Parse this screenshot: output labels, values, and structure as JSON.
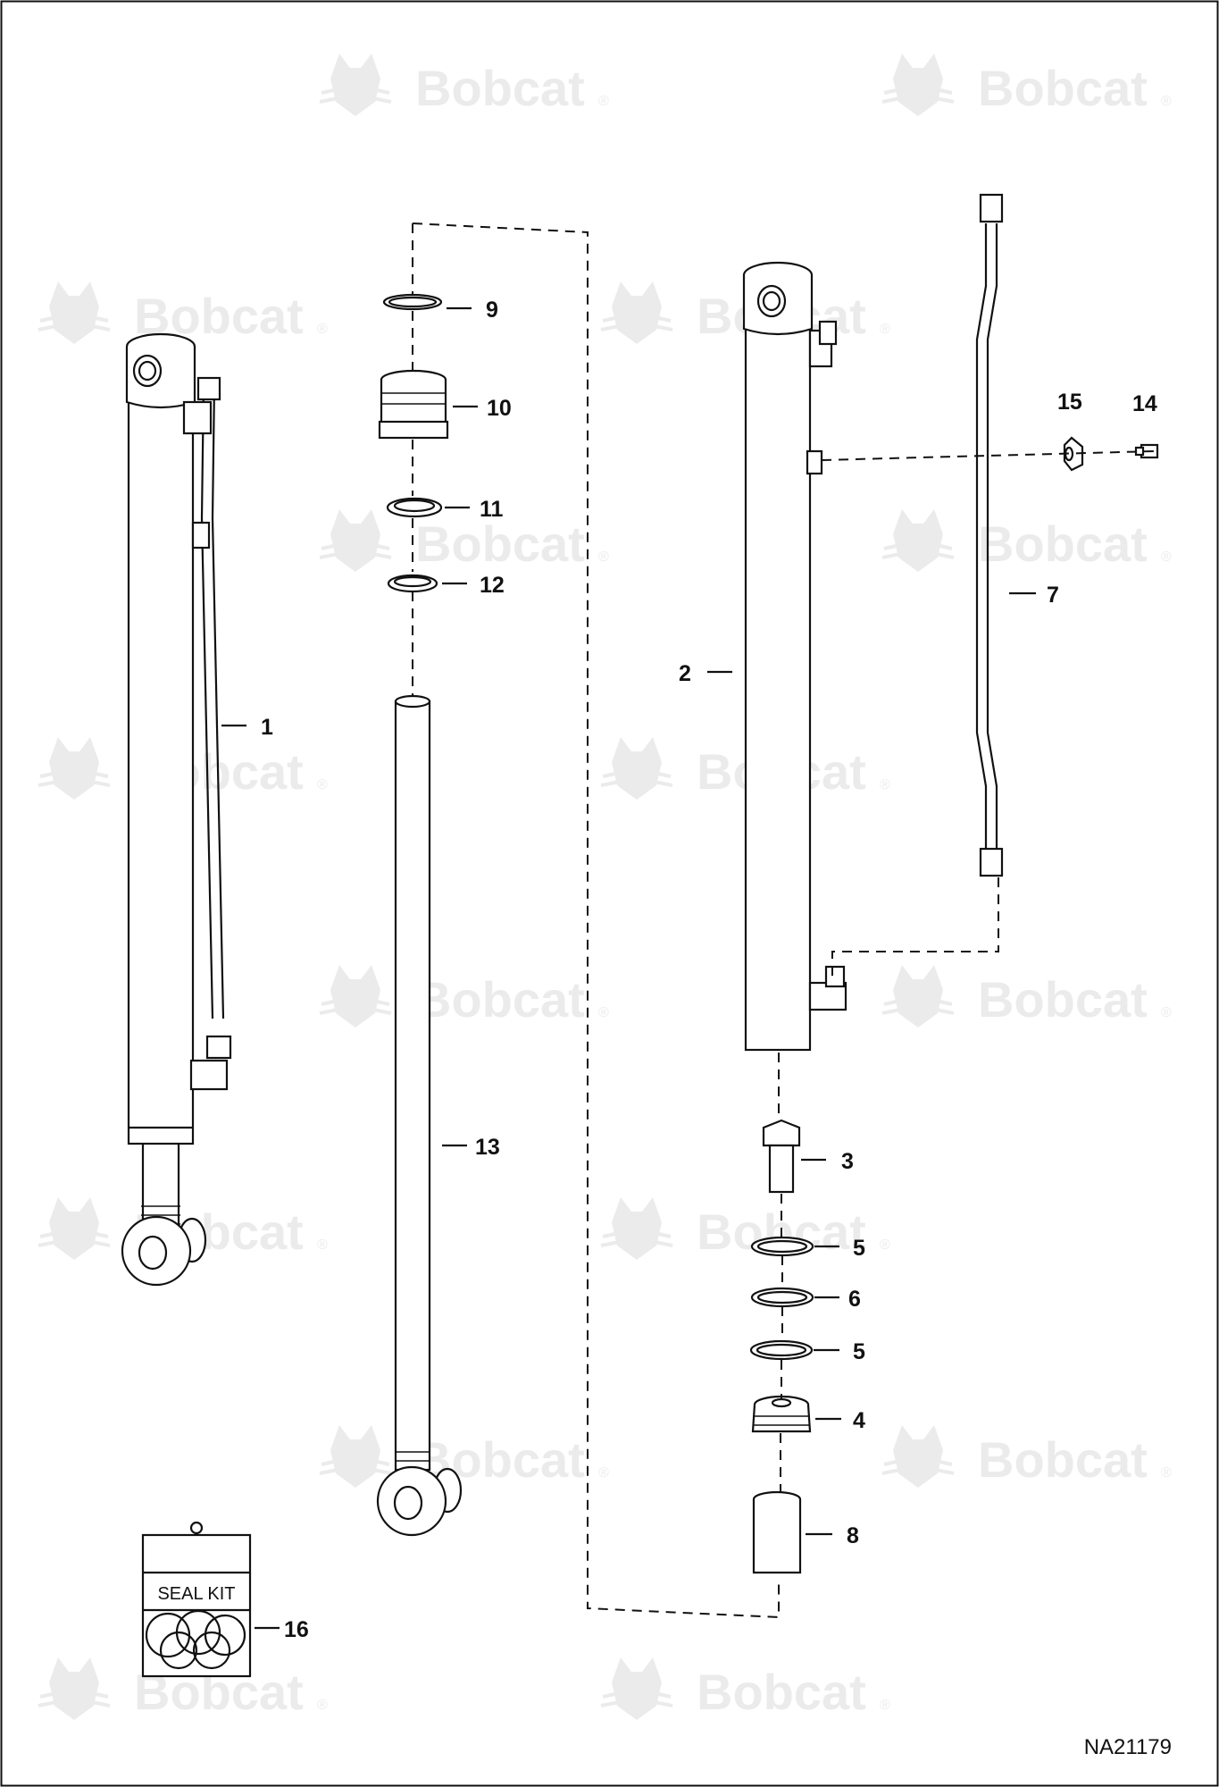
{
  "figure_id": "NA21179",
  "seal_kit_label": "SEAL KIT",
  "watermark": {
    "text": "Bobcat",
    "mark": "®",
    "icon": "bobcat-logo-icon",
    "color": "#ebebeb"
  },
  "callouts": {
    "c1": "1",
    "c2": "2",
    "c3": "3",
    "c4": "4",
    "c5a": "5",
    "c5b": "5",
    "c6": "6",
    "c7": "7",
    "c8": "8",
    "c9": "9",
    "c10": "10",
    "c11": "11",
    "c12": "12",
    "c13": "13",
    "c14": "14",
    "c15": "15",
    "c16": "16"
  }
}
